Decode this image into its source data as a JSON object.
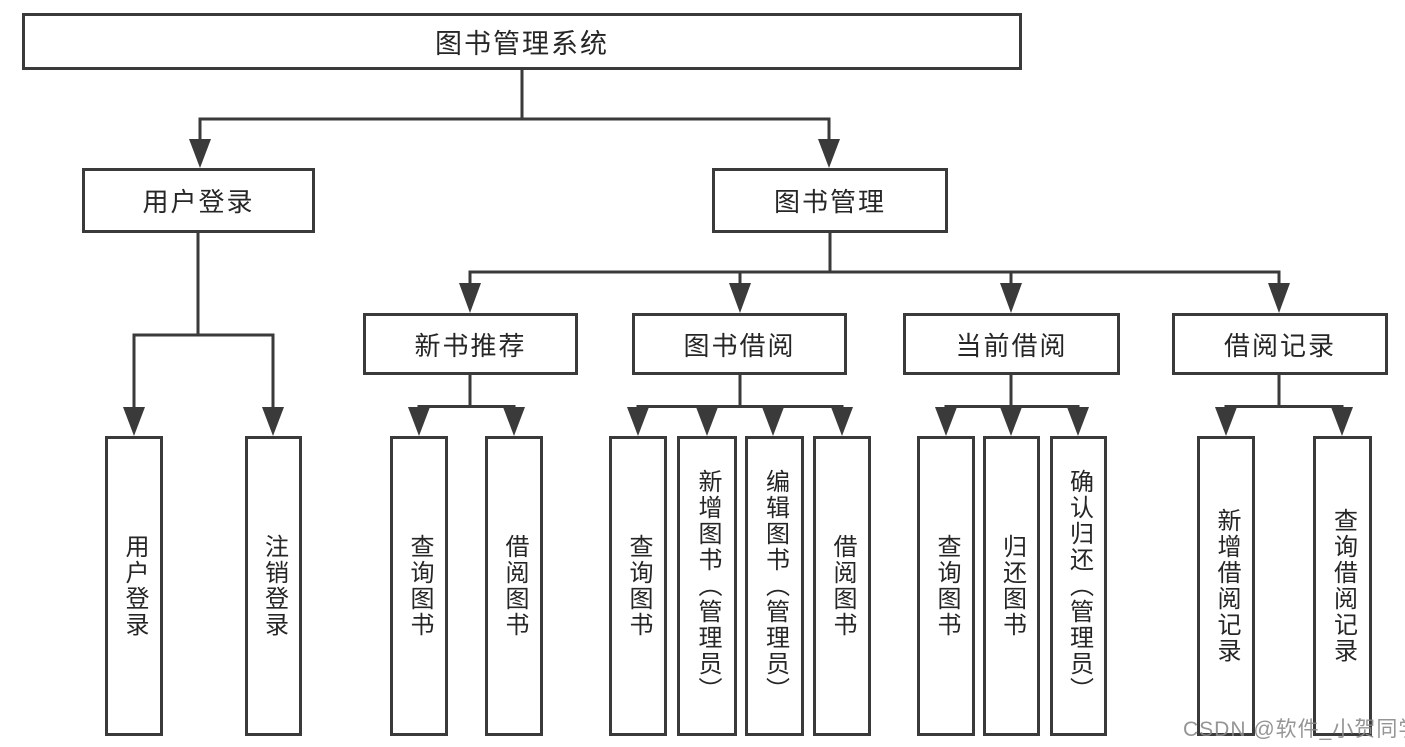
{
  "diagram": {
    "type": "hierarchy-tree",
    "nodes": {
      "root": {
        "label": "图书管理系统"
      },
      "level2": [
        {
          "label": "用户登录"
        },
        {
          "label": "图书管理"
        }
      ],
      "level3": [
        {
          "label": "新书推荐",
          "parent": "图书管理"
        },
        {
          "label": "图书借阅",
          "parent": "图书管理"
        },
        {
          "label": "当前借阅",
          "parent": "图书管理"
        },
        {
          "label": "借阅记录",
          "parent": "图书管理"
        }
      ],
      "leaves": [
        {
          "label": "用户登录",
          "parent": "用户登录"
        },
        {
          "label": "注销登录",
          "parent": "用户登录"
        },
        {
          "label": "查询图书",
          "parent": "新书推荐"
        },
        {
          "label": "借阅图书",
          "parent": "新书推荐"
        },
        {
          "label": "查询图书",
          "parent": "图书借阅"
        },
        {
          "label": "新增图书（管理员）",
          "parent": "图书借阅"
        },
        {
          "label": "编辑图书（管理员）",
          "parent": "图书借阅"
        },
        {
          "label": "借阅图书",
          "parent": "图书借阅"
        },
        {
          "label": "查询图书",
          "parent": "当前借阅"
        },
        {
          "label": "归还图书",
          "parent": "当前借阅"
        },
        {
          "label": "确认归还（管理员）",
          "parent": "当前借阅"
        },
        {
          "label": "新增借阅记录",
          "parent": "借阅记录"
        },
        {
          "label": "查询借阅记录",
          "parent": "借阅记录"
        }
      ]
    },
    "watermark": "CSDN @软件_小贺同学",
    "colors": {
      "line": "#3a3a3a",
      "text": "#262626",
      "background": "#ffffff",
      "watermark": "#8a8a8a"
    }
  }
}
